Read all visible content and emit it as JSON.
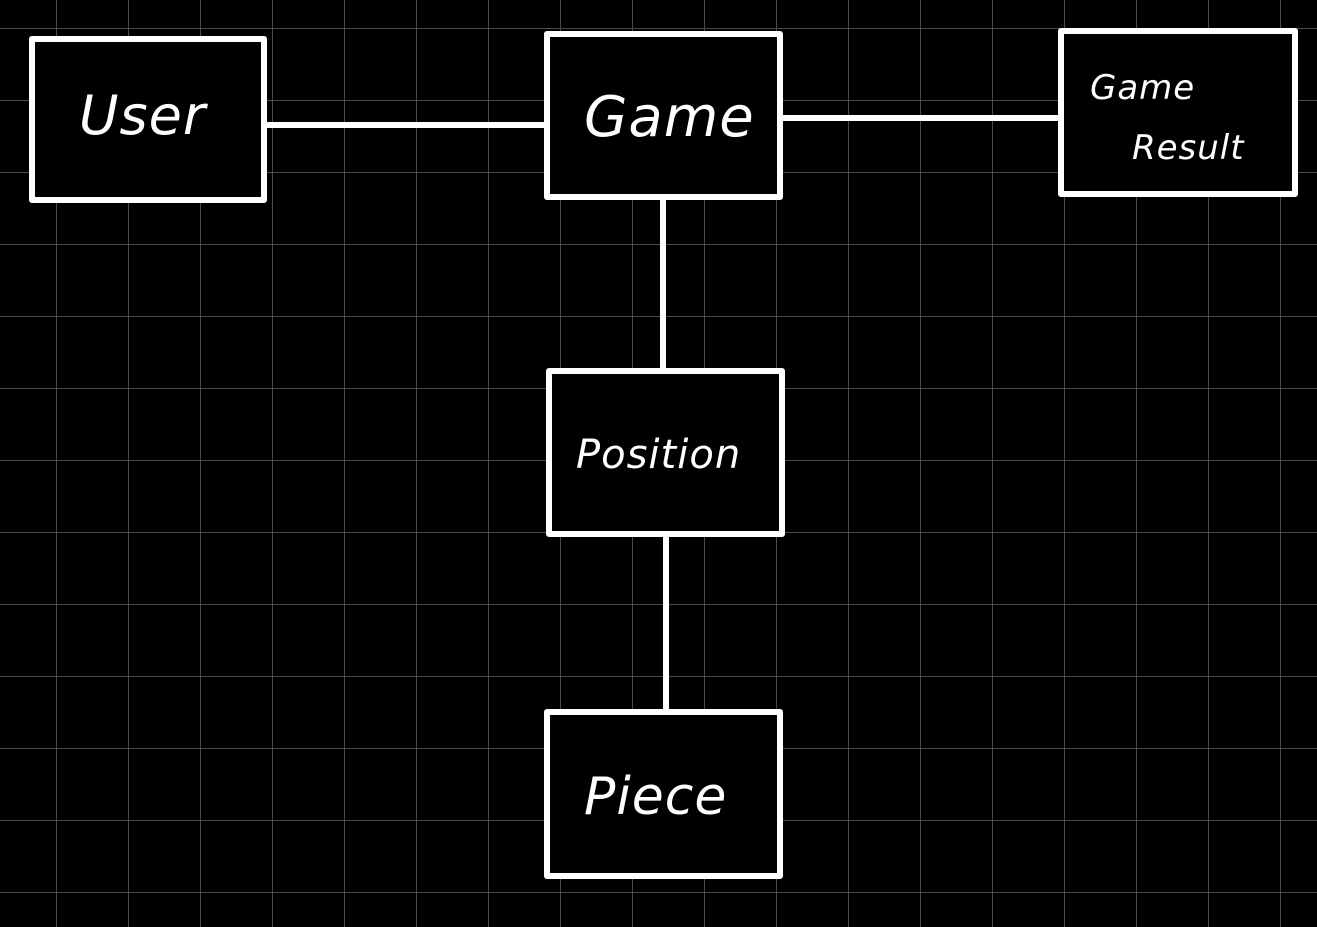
{
  "diagram": {
    "nodes": [
      {
        "id": "user",
        "label": "User"
      },
      {
        "id": "game",
        "label": "Game"
      },
      {
        "id": "game_result",
        "label_line1": "Game",
        "label_line2": "Result"
      },
      {
        "id": "position",
        "label": "Position"
      },
      {
        "id": "piece",
        "label": "Piece"
      }
    ],
    "edges": [
      {
        "from": "user",
        "to": "game"
      },
      {
        "from": "game",
        "to": "game_result"
      },
      {
        "from": "game",
        "to": "position"
      },
      {
        "from": "position",
        "to": "piece"
      }
    ],
    "colors": {
      "background": "#000000",
      "grid": "#4a4a4a",
      "stroke": "#ffffff"
    }
  }
}
